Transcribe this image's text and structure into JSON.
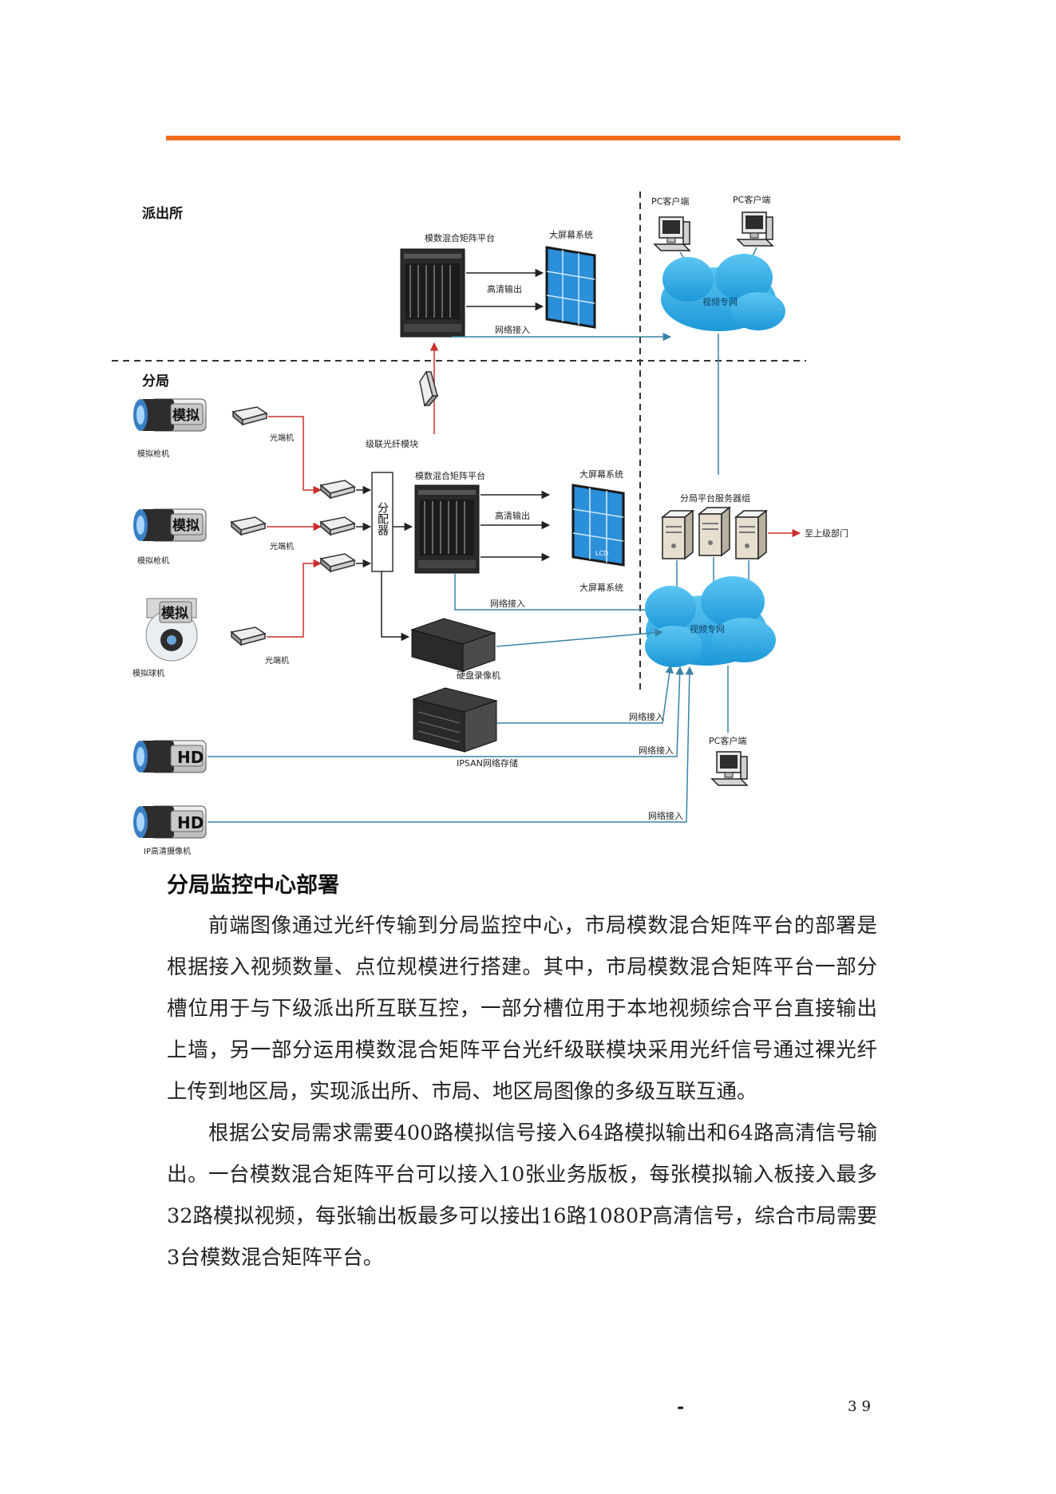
{
  "diagram": {
    "zone_paichusuo": "派出所",
    "zone_fenju": "分局",
    "top_matrix_label": "模数混合矩阵平台",
    "top_screen_label": "大屏幕系统",
    "hd_output_label": "高清输出",
    "network_access_label": "网络接入",
    "pc_client_label": "PC客户端",
    "video_network_label": "视频专网",
    "analog_badge": "模拟",
    "hd_badge": "HD",
    "analog_gun_camera_label": "模拟枪机",
    "analog_dome_camera_label": "模拟球机",
    "ip_camera_label": "IP高清摄像机",
    "optical_transceiver_label": "光端机",
    "cascade_module_label": "级联光纤模块",
    "distributor_label": "分配器",
    "mid_matrix_label": "模数混合矩阵平台",
    "screen_system_label": "大屏幕系统",
    "screen_lcd_label": "LCD",
    "server_group_label": "分局平台服务器组",
    "upper_dept_label": "至上级部门",
    "dvr_label": "硬盘录像机",
    "ipsan_label": "IPSAN网络存储",
    "colors": {
      "red_line": "#c9302c",
      "blue_line": "#3b82a6",
      "cloud": "#1fa3e0",
      "screen": "#2a8fd8"
    }
  },
  "section": {
    "heading": "分局监控中心部署",
    "paragraphs": [
      "前端图像通过光纤传输到分局监控中心，市局模数混合矩阵平台的部署是根据接入视频数量、点位规模进行搭建。其中，市局模数混合矩阵平台一部分槽位用于与下级派出所互联互控，一部分槽位用于本地视频综合平台直接输出上墙，另一部分运用模数混合矩阵平台光纤级联模块采用光纤信号通过裸光纤上传到地区局，实现派出所、市局、地区局图像的多级互联互通。",
      "根据公安局需求需要400路模拟信号接入64路模拟输出和64路高清信号输出。一台模数混合矩阵平台可以接入10张业务版板，每张模拟输入板接入最多32路模拟视频，每张输出板最多可以接出16路1080P高清信号，综合市局需要3台模数混合矩阵平台。"
    ]
  },
  "footer": {
    "dash": "-",
    "page_number": "39"
  }
}
